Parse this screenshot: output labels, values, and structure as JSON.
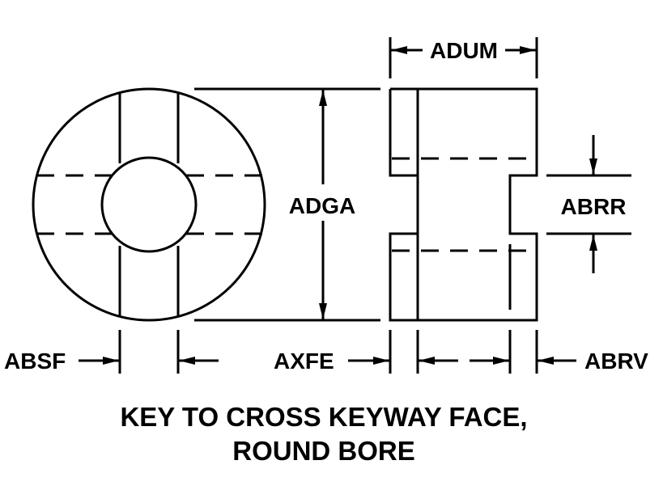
{
  "labels": {
    "adum": "ADUM",
    "adga": "ADGA",
    "abrr": "ABRR",
    "absf": "ABSF",
    "axfe": "AXFE",
    "abrv": "ABRV"
  },
  "caption": {
    "line1": "KEY TO CROSS KEYWAY FACE,",
    "line2": "ROUND BORE"
  }
}
